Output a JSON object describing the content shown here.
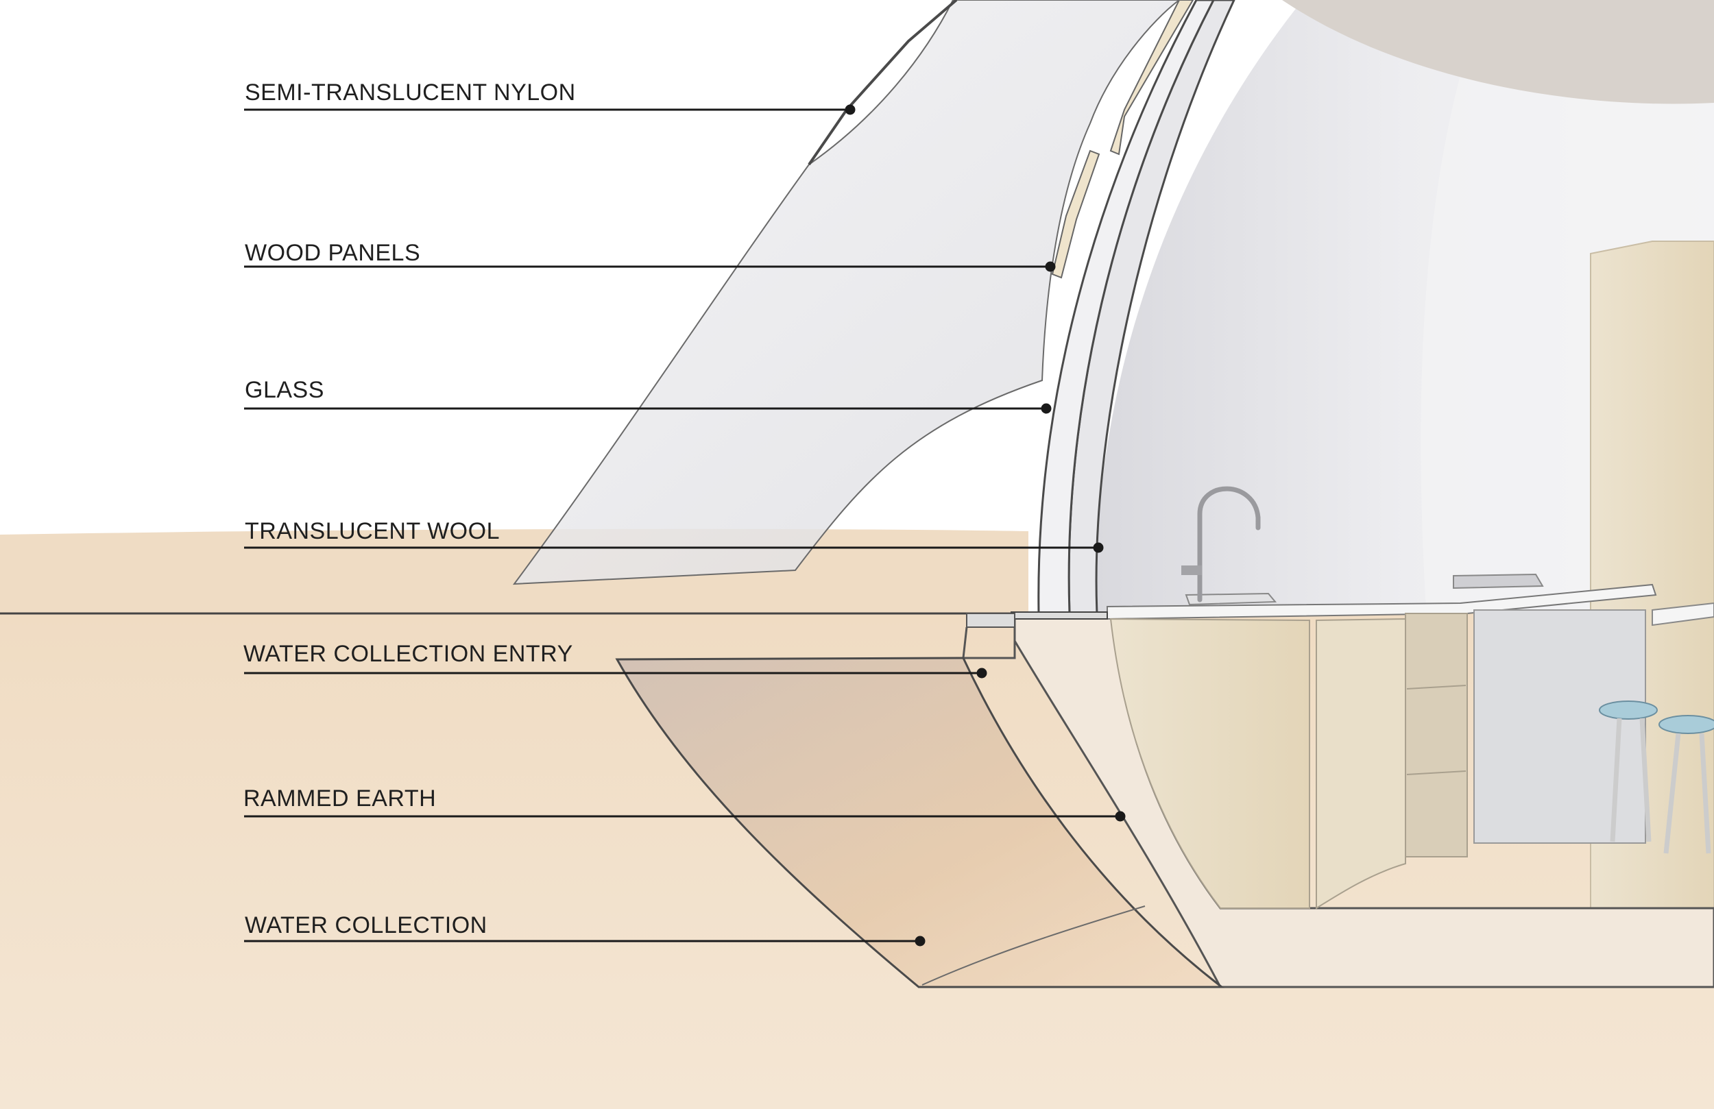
{
  "labels": {
    "semi_translucent_nylon": "SEMI-TRANSLUCENT NYLON",
    "wood_panels": "WOOD PANELS",
    "glass": "GLASS",
    "translucent_wool": "TRANSLUCENT WOOL",
    "water_collection_entry": "WATER COLLECTION ENTRY",
    "rammed_earth": "RAMMED EARTH",
    "water_collection": "WATER COLLECTION"
  },
  "colors": {
    "sand": "#eed9bf",
    "sand_light": "#f3e3cf",
    "leader": "#1a1a1a",
    "interior_wall": "#e6e6ea",
    "wood": "#e8dcc2",
    "stool_seat": "#a9ccd9"
  }
}
